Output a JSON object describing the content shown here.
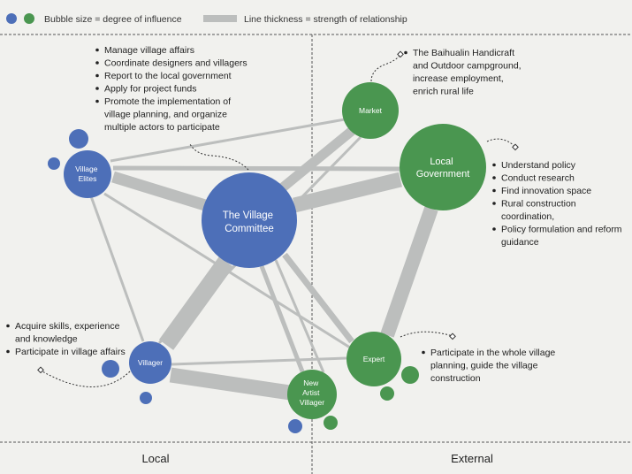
{
  "colors": {
    "local": "#4d6fb8",
    "external": "#4a9650",
    "edge": "#bcbebd",
    "background": "#f1f1ee"
  },
  "legend": {
    "bubble_text": "Bubble size = degree of influence",
    "line_text": "Line thickness = strength of relationship"
  },
  "nodes": {
    "village_elites": {
      "lines": [
        "Village",
        "Elites"
      ],
      "group": "local"
    },
    "village_committee": {
      "lines": [
        "The Village",
        "Committee"
      ],
      "group": "local"
    },
    "villager": {
      "lines": [
        "Villager"
      ],
      "group": "local"
    },
    "market": {
      "lines": [
        "Market"
      ],
      "group": "external"
    },
    "local_government": {
      "lines": [
        "Local",
        "Government"
      ],
      "group": "external"
    },
    "expert": {
      "lines": [
        "Expert"
      ],
      "group": "external"
    },
    "new_artist_villager": {
      "lines": [
        "New",
        "Artist",
        "Villager"
      ],
      "group": "external"
    }
  },
  "annotations": {
    "committee": {
      "bullets": [
        [
          "Manage village affairs"
        ],
        [
          "Coordinate designers and villagers"
        ],
        [
          "Report to the local government"
        ],
        [
          "Apply for project funds"
        ],
        [
          "Promote the implementation of",
          "village planning, and organize",
          "multiple actors to participate"
        ]
      ]
    },
    "market": {
      "bullets": [
        [
          "The Baihualin Handicraft",
          "and Outdoor campground,",
          "increase employment,",
          "enrich rural life"
        ]
      ]
    },
    "government": {
      "bullets": [
        [
          "Understand policy"
        ],
        [
          "Conduct research"
        ],
        [
          "Find innovation space"
        ],
        [
          "Rural construction",
          "coordination,"
        ],
        [
          "Policy formulation and reform",
          "guidance"
        ]
      ]
    },
    "villager": {
      "bullets": [
        [
          "Acquire skills, experience",
          "and knowledge"
        ],
        [
          "Participate in village affairs"
        ]
      ]
    },
    "expert": {
      "bullets": [
        [
          "Participate in the whole village",
          "planning, guide the village",
          "construction"
        ]
      ]
    }
  },
  "regions": {
    "local": "Local",
    "external": "External"
  }
}
